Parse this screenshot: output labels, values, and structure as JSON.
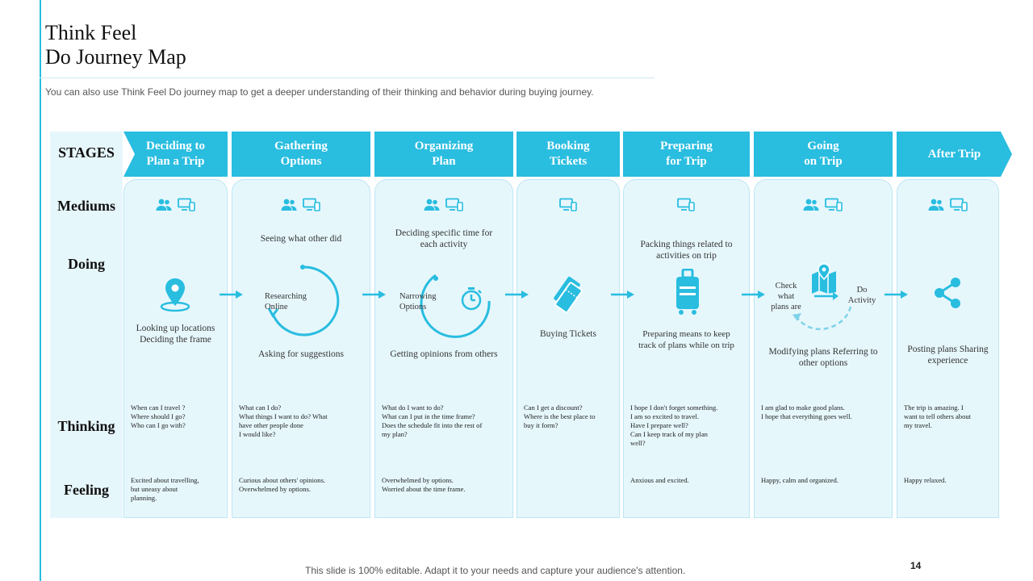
{
  "header": {
    "title": "Think Feel\nDo Journey Map",
    "subtitle": "You can also use Think Feel Do journey map to get a deeper understanding of their thinking and behavior  during buying journey."
  },
  "footer": {
    "note": "This slide is 100% editable. Adapt it to your needs and capture your audience's attention.",
    "page": "14"
  },
  "colors": {
    "accent": "#29bde0",
    "panel": "#e6f7fc"
  },
  "row_labels": {
    "stages": "STAGES",
    "mediums": "Mediums",
    "doing": "Doing",
    "thinking": "Thinking",
    "feeling": "Feeling"
  },
  "stages": [
    {
      "label": "Deciding to\nPlan a Trip",
      "mediums": [
        "people-icon",
        "devices-icon"
      ],
      "doing_top": "",
      "doing_inner": "",
      "doing_bottom": "Looking up locations\nDeciding the frame",
      "icon": "location-pin-icon",
      "thinking": "When can I travel ?\nWhere should I go?\nWho can I go with?",
      "feeling": "Excited about travelling,\nbut uneasy about\nplanning."
    },
    {
      "label": "Gathering\nOptions",
      "mediums": [
        "people-icon",
        "devices-icon"
      ],
      "doing_top": "Seeing what other did",
      "doing_inner": "Researching\nOnline",
      "doing_bottom": "Asking for suggestions",
      "icon": "cycle-icon",
      "thinking": "What can I do?\nWhat things I want to do? What\nhave other people done\nI would like?",
      "feeling": "Curious about others' opinions.\nOverwhelmed by options."
    },
    {
      "label": "Organizing\nPlan",
      "mediums": [
        "people-icon",
        "devices-icon"
      ],
      "doing_top": "Deciding specific time for\neach activity",
      "doing_inner": "Narrowing\nOptions",
      "doing_bottom": "Getting opinions from others",
      "icon": "stopwatch-icon",
      "thinking": "What do I want to do?\nWhat can I put in the time frame?\nDoes the schedule fit into the rest of\nmy plan?",
      "feeling": "Overwhelmed by options.\nWorried about the time frame."
    },
    {
      "label": "Booking\nTickets",
      "mediums": [
        "devices-icon"
      ],
      "doing_top": "",
      "doing_inner": "",
      "doing_bottom": "Buying Tickets",
      "icon": "tickets-icon",
      "thinking": "Can I get a discount?\nWhere is the best place to\nbuy it form?",
      "feeling": ""
    },
    {
      "label": "Preparing\nfor Trip",
      "mediums": [
        "devices-icon"
      ],
      "doing_top": "Packing things related to\nactivities on trip",
      "doing_inner": "",
      "doing_bottom": "Preparing means to keep\ntrack of plans while on trip",
      "icon": "luggage-icon",
      "thinking": "I hope I don't forget something.\nI am so excited to travel.\nHave I prepare  well?\nCan I keep track of my plan\nwell?",
      "feeling": "Anxious and excited."
    },
    {
      "label": "Going\non Trip",
      "mediums": [
        "people-icon",
        "devices-icon"
      ],
      "doing_top": "",
      "doing_inner_left": "Check\nwhat\nplans are",
      "doing_inner_right": "Do\nActivity",
      "doing_bottom": "Modifying plans Referring to\nother options",
      "icon": "map-icon",
      "thinking": "I am glad to make good plans.\nI hope that everything goes well.",
      "feeling": "Happy,  calm and organized."
    },
    {
      "label": "After Trip",
      "mediums": [
        "people-icon",
        "devices-icon"
      ],
      "doing_top": "",
      "doing_inner": "",
      "doing_bottom": "Posting plans Sharing\nexperience",
      "icon": "share-icon",
      "thinking": "The trip is amazing.  I\nwant to tell others about\nmy travel.",
      "feeling": "Happy  relaxed."
    }
  ]
}
